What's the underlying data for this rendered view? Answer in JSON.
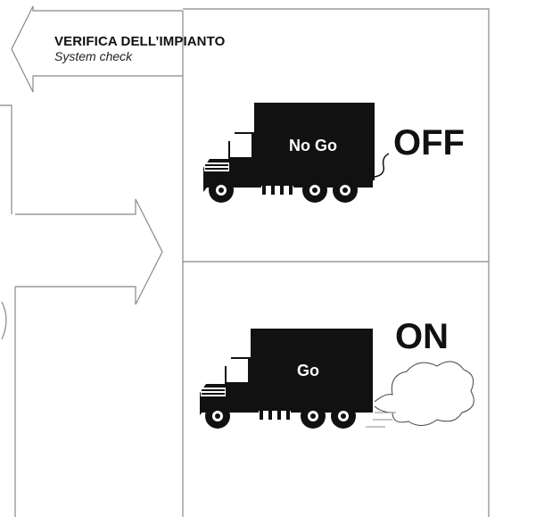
{
  "header": {
    "title": "VERIFICA DELL’IMPIANTO",
    "subtitle": "System check"
  },
  "panels": [
    {
      "state_label": "OFF",
      "truck_label": "No Go",
      "exhaust": "none"
    },
    {
      "state_label": "ON",
      "truck_label": "Go",
      "exhaust": "smoke-cloud"
    }
  ],
  "colors": {
    "ink": "#111111",
    "background": "#ffffff"
  }
}
